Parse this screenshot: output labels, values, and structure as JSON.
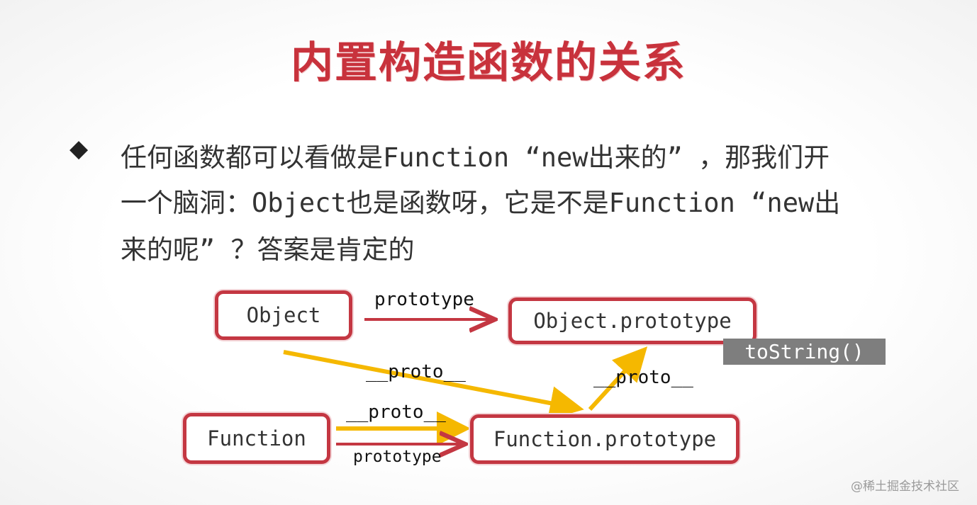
{
  "slide": {
    "title": "内置构造函数的关系",
    "bullet_marker": "◆",
    "lines": [
      "任何函数都可以看做是Function “new出来的” ，那我们开",
      "一个脑洞：Object也是函数呀，它是不是Function “new出",
      "来的呢” ？答案是肯定的"
    ]
  },
  "diagram": {
    "nodes": {
      "object": "Object",
      "object_prototype": "Object.prototype",
      "function": "Function",
      "function_prototype": "Function.prototype"
    },
    "tostring": "toString()",
    "edge_labels": {
      "object_prototype": "prototype",
      "object_proto": "__proto__",
      "function_prototype_proto": "__proto__",
      "function_proto": "__proto__",
      "function_prototype": "prototype"
    },
    "colors": {
      "prototype_arrow": "#c43742",
      "proto_arrow": "#f5b800",
      "node_border": "#c43742",
      "title": "#c8323c"
    }
  },
  "watermark": {
    "credit": "@稀土掘金技术社区"
  }
}
